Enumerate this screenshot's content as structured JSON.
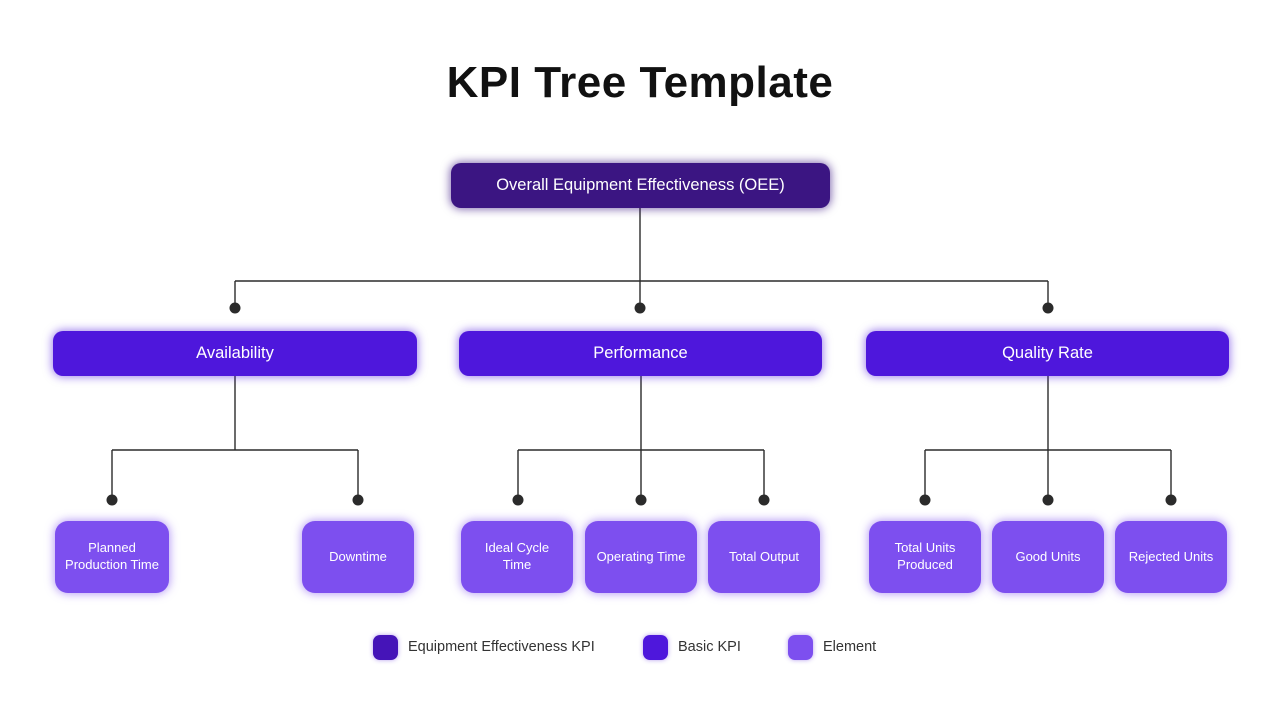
{
  "title": "KPI Tree Template",
  "colors": {
    "background": "#ffffff",
    "title_text": "#111111",
    "node_text": "#ffffff",
    "root_node": "#3b1582",
    "basic_node": "#4e17dc",
    "element_node": "#7d4fef",
    "connector_line": "#2b2b2b"
  },
  "tree": {
    "root": {
      "label": "Overall Equipment Effectiveness (OEE)"
    },
    "groups": [
      {
        "label": "Availability",
        "children": [
          "Planned Production Time",
          "Downtime"
        ]
      },
      {
        "label": "Performance",
        "children": [
          "Ideal Cycle Time",
          "Operating Time",
          "Total Output"
        ]
      },
      {
        "label": "Quality Rate",
        "children": [
          "Total Units Produced",
          "Good Units",
          "Rejected Units"
        ]
      }
    ]
  },
  "legend": [
    {
      "label": "Equipment Effectiveness KPI",
      "color": "#4514b8"
    },
    {
      "label": "Basic KPI",
      "color": "#4e17dc"
    },
    {
      "label": "Element",
      "color": "#7d4fef"
    }
  ]
}
